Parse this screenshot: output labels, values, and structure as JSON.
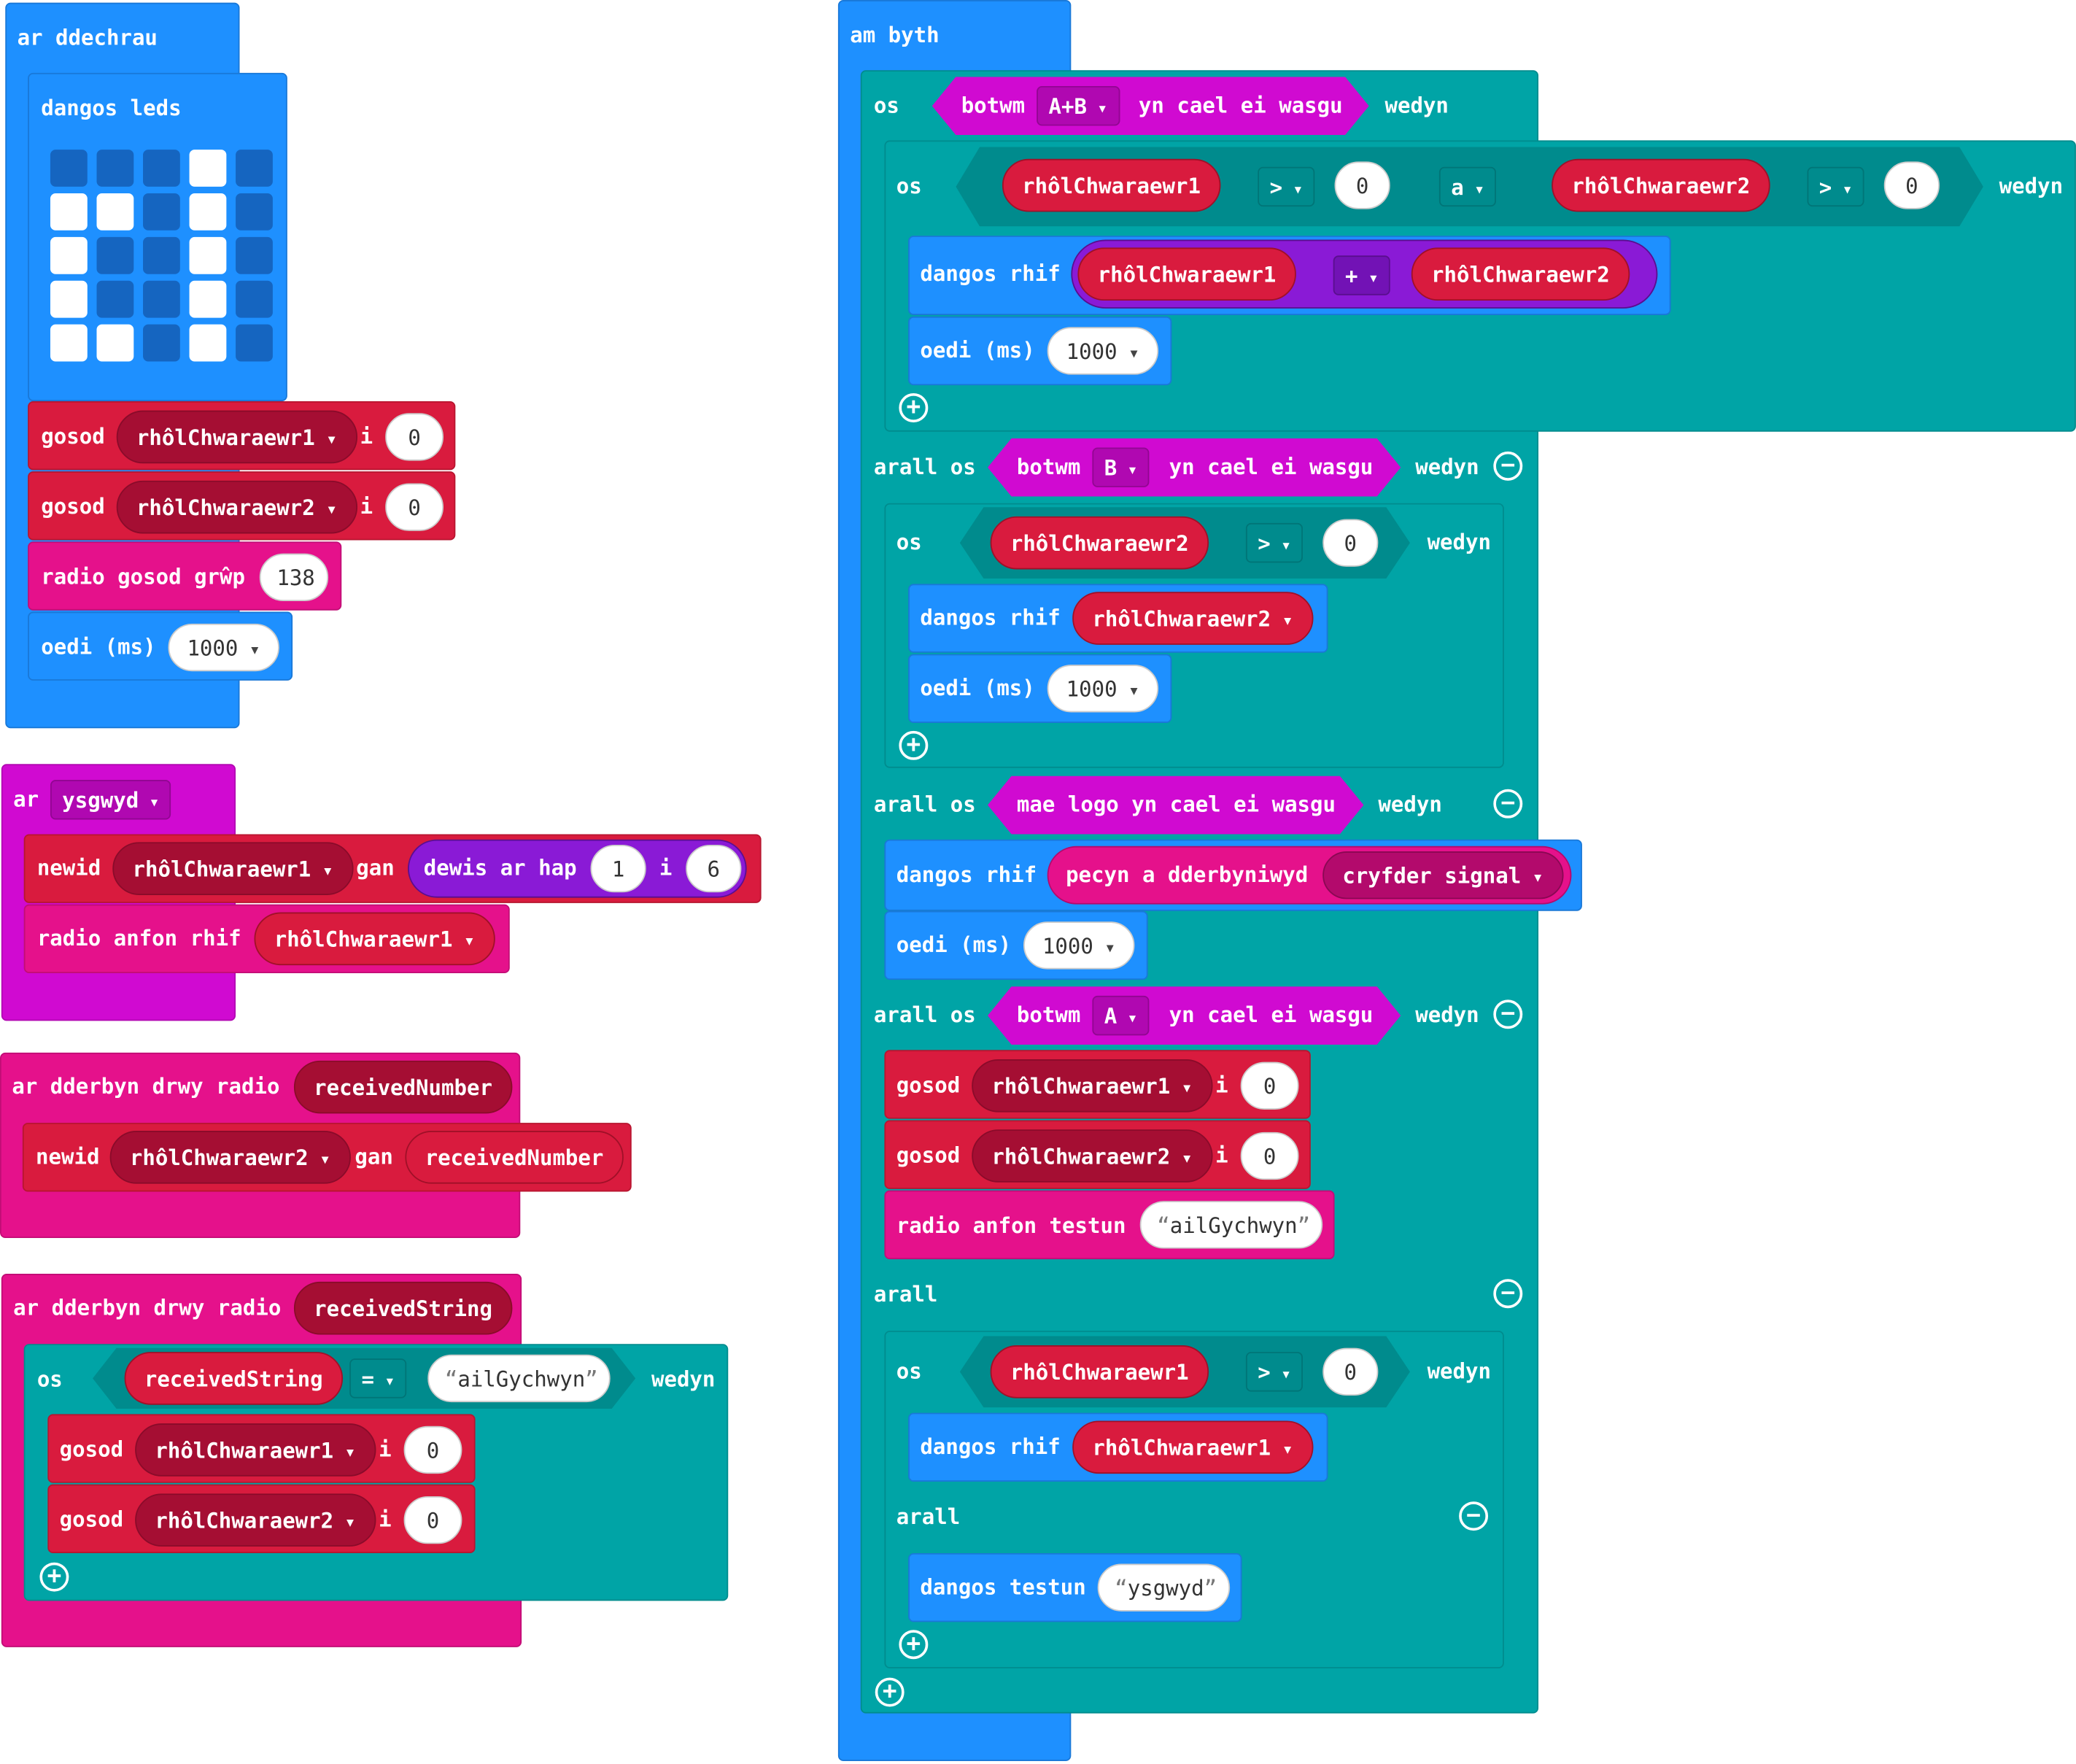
{
  "on_start": {
    "hat": "ar ddechrau",
    "show_leds": "dangos leds",
    "leds": [
      [
        0,
        0,
        0,
        1,
        0
      ],
      [
        1,
        1,
        0,
        1,
        0
      ],
      [
        1,
        0,
        0,
        1,
        0
      ],
      [
        1,
        0,
        0,
        1,
        0
      ],
      [
        1,
        1,
        0,
        1,
        0
      ]
    ],
    "set1": {
      "kw": "gosod",
      "var": "rhôlChwaraewr1",
      "to": "i",
      "val": "0"
    },
    "set2": {
      "kw": "gosod",
      "var": "rhôlChwaraewr2",
      "to": "i",
      "val": "0"
    },
    "radio_group": {
      "label": "radio gosod grŵp",
      "val": "138"
    },
    "pause": {
      "label": "oedi (ms)",
      "val": "1000"
    }
  },
  "on_shake": {
    "hat": "ar",
    "gesture": "ysgwyd",
    "change": {
      "kw": "newid",
      "var": "rhôlChwaraewr1",
      "by": "gan",
      "rand": "dewis ar hap",
      "from": "1",
      "to": "i",
      "max": "6"
    },
    "send": {
      "label": "radio anfon rhif",
      "var": "rhôlChwaraewr1"
    }
  },
  "on_receive_number": {
    "hat": "ar dderbyn drwy radio",
    "param": "receivedNumber",
    "change": {
      "kw": "newid",
      "var": "rhôlChwaraewr2",
      "by": "gan",
      "val": "receivedNumber"
    }
  },
  "on_receive_string": {
    "hat": "ar dderbyn drwy radio",
    "param": "receivedString",
    "if": {
      "kw": "os",
      "var": "receivedString",
      "op": "=",
      "str": "ailGychwyn",
      "then": "wedyn"
    },
    "set1": {
      "kw": "gosod",
      "var": "rhôlChwaraewr1",
      "to": "i",
      "val": "0"
    },
    "set2": {
      "kw": "gosod",
      "var": "rhôlChwaraewr2",
      "to": "i",
      "val": "0"
    }
  },
  "forever": {
    "hat": "am byth",
    "if1": {
      "kw": "os",
      "button_kw": "botwm",
      "button": "A+B",
      "pressed": "yn cael ei wasgu",
      "then": "wedyn"
    },
    "inner_if": {
      "kw": "os",
      "var1": "rhôlChwaraewr1",
      "op1": ">",
      "val1": "0",
      "and": "a",
      "var2": "rhôlChwaraewr2",
      "op2": ">",
      "val2": "0",
      "then": "wedyn"
    },
    "show_sum": {
      "label": "dangos rhif",
      "var1": "rhôlChwaraewr1",
      "op": "+",
      "var2": "rhôlChwaraewr2"
    },
    "pause1": {
      "label": "oedi (ms)",
      "val": "1000"
    },
    "elseif_b": {
      "kw": "arall os",
      "button_kw": "botwm",
      "button": "B",
      "pressed": "yn cael ei wasgu",
      "then": "wedyn"
    },
    "if_b": {
      "kw": "os",
      "var": "rhôlChwaraewr2",
      "op": ">",
      "val": "0",
      "then": "wedyn"
    },
    "show_b": {
      "label": "dangos rhif",
      "var": "rhôlChwaraewr2"
    },
    "pause2": {
      "label": "oedi (ms)",
      "val": "1000"
    },
    "elseif_logo": {
      "kw": "arall os",
      "cond": "mae logo yn cael ei wasgu",
      "then": "wedyn"
    },
    "show_signal": {
      "label": "dangos rhif",
      "packet": "pecyn a dderbyniwyd",
      "prop": "cryfder signal"
    },
    "pause3": {
      "label": "oedi (ms)",
      "val": "1000"
    },
    "elseif_a": {
      "kw": "arall os",
      "button_kw": "botwm",
      "button": "A",
      "pressed": "yn cael ei wasgu",
      "then": "wedyn"
    },
    "set1": {
      "kw": "gosod",
      "var": "rhôlChwaraewr1",
      "to": "i",
      "val": "0"
    },
    "set2": {
      "kw": "gosod",
      "var": "rhôlChwaraewr2",
      "to": "i",
      "val": "0"
    },
    "send_str": {
      "label": "radio anfon testun",
      "str": "ailGychwyn"
    },
    "else": "arall",
    "if_a": {
      "kw": "os",
      "var": "rhôlChwaraewr1",
      "op": ">",
      "val": "0",
      "then": "wedyn"
    },
    "show_a": {
      "label": "dangos rhif",
      "var": "rhôlChwaraewr1"
    },
    "else2": "arall",
    "show_text": {
      "label": "dangos testun",
      "str": "ysgwyd"
    }
  }
}
